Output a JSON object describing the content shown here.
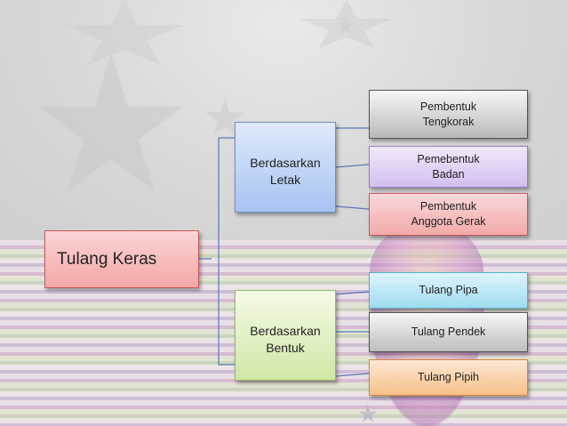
{
  "diagram": {
    "root": {
      "label": "Tulang Keras",
      "color": "#f4a6a6"
    },
    "branches": [
      {
        "label": "Berdasarkan\nLetak",
        "color": "#a7c3f2",
        "children": [
          {
            "label": "Pembentuk\nTengkorak",
            "color": "#b9b9b9"
          },
          {
            "label": "Pemebentuk\nBadan",
            "color": "#d2bef0"
          },
          {
            "label": "Pembentuk\nAnggota Gerak",
            "color": "#f2a9a9"
          }
        ]
      },
      {
        "label": "Berdasarkan\nBentuk",
        "color": "#cfe7a6",
        "children": [
          {
            "label": "Tulang Pipa",
            "color": "#9fdcf1"
          },
          {
            "label": "Tulang Pendek",
            "color": "#bdbdbd"
          },
          {
            "label": "Tulang Pipih",
            "color": "#f7c08a"
          }
        ]
      }
    ],
    "connector_color": "#5b78b5"
  }
}
